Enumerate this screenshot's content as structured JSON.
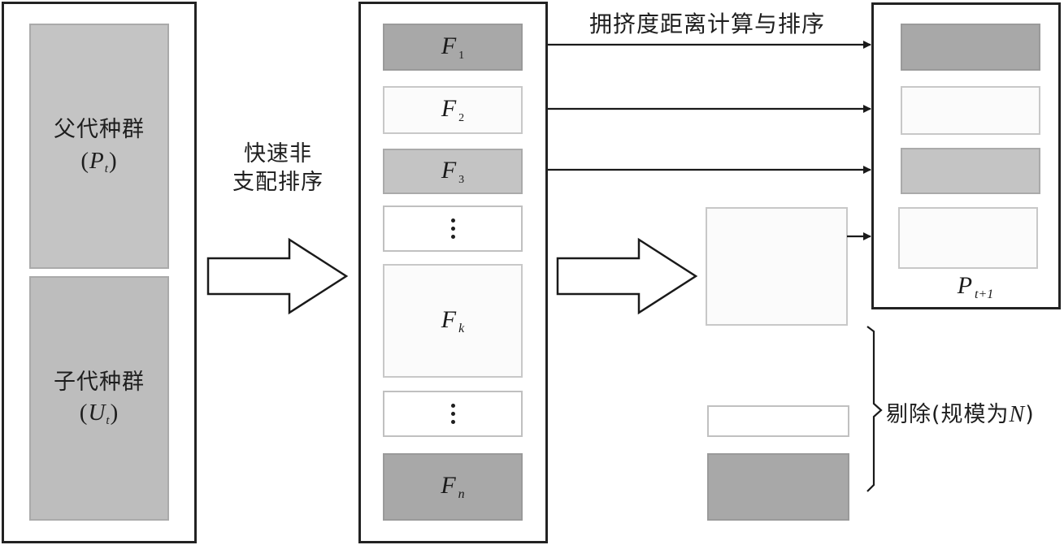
{
  "diagram": {
    "title": "NSGA-II population update flow",
    "parent_population": {
      "label": "父代种群",
      "symbol": "P",
      "subscript": "t",
      "fill": "#c4c4c4"
    },
    "offspring_population": {
      "label": "子代种群",
      "symbol": "U",
      "subscript": "t",
      "fill": "#bdbdbd"
    },
    "step_sort_label_line1": "快速非",
    "step_sort_label_line2": "支配排序",
    "fronts": [
      {
        "symbol": "F",
        "subscript": "1",
        "fill": "#a8a8a8"
      },
      {
        "symbol": "F",
        "subscript": "2",
        "fill": "#fbfbfb"
      },
      {
        "symbol": "F",
        "subscript": "3",
        "fill": "#c4c4c4"
      },
      {
        "symbol": "⋮",
        "subscript": "",
        "fill": "#ffffff"
      },
      {
        "symbol": "F",
        "subscript": "k",
        "fill": "#fbfbfb"
      },
      {
        "symbol": "⋮",
        "subscript": "",
        "fill": "#ffffff"
      },
      {
        "symbol": "F",
        "subscript": "n",
        "fill": "#a8a8a8"
      }
    ],
    "crowding_label": "拥挤度距离计算与排序",
    "next_population": {
      "symbol": "P",
      "subscript": "t+1"
    },
    "rejected_label_prefix": "剔除(规模为",
    "rejected_label_var": "N",
    "rejected_label_suffix": ")",
    "colors": {
      "dark": "#a8a8a8",
      "medium": "#c4c4c4",
      "light": "#fbfbfb",
      "stroke": "#222222"
    }
  }
}
